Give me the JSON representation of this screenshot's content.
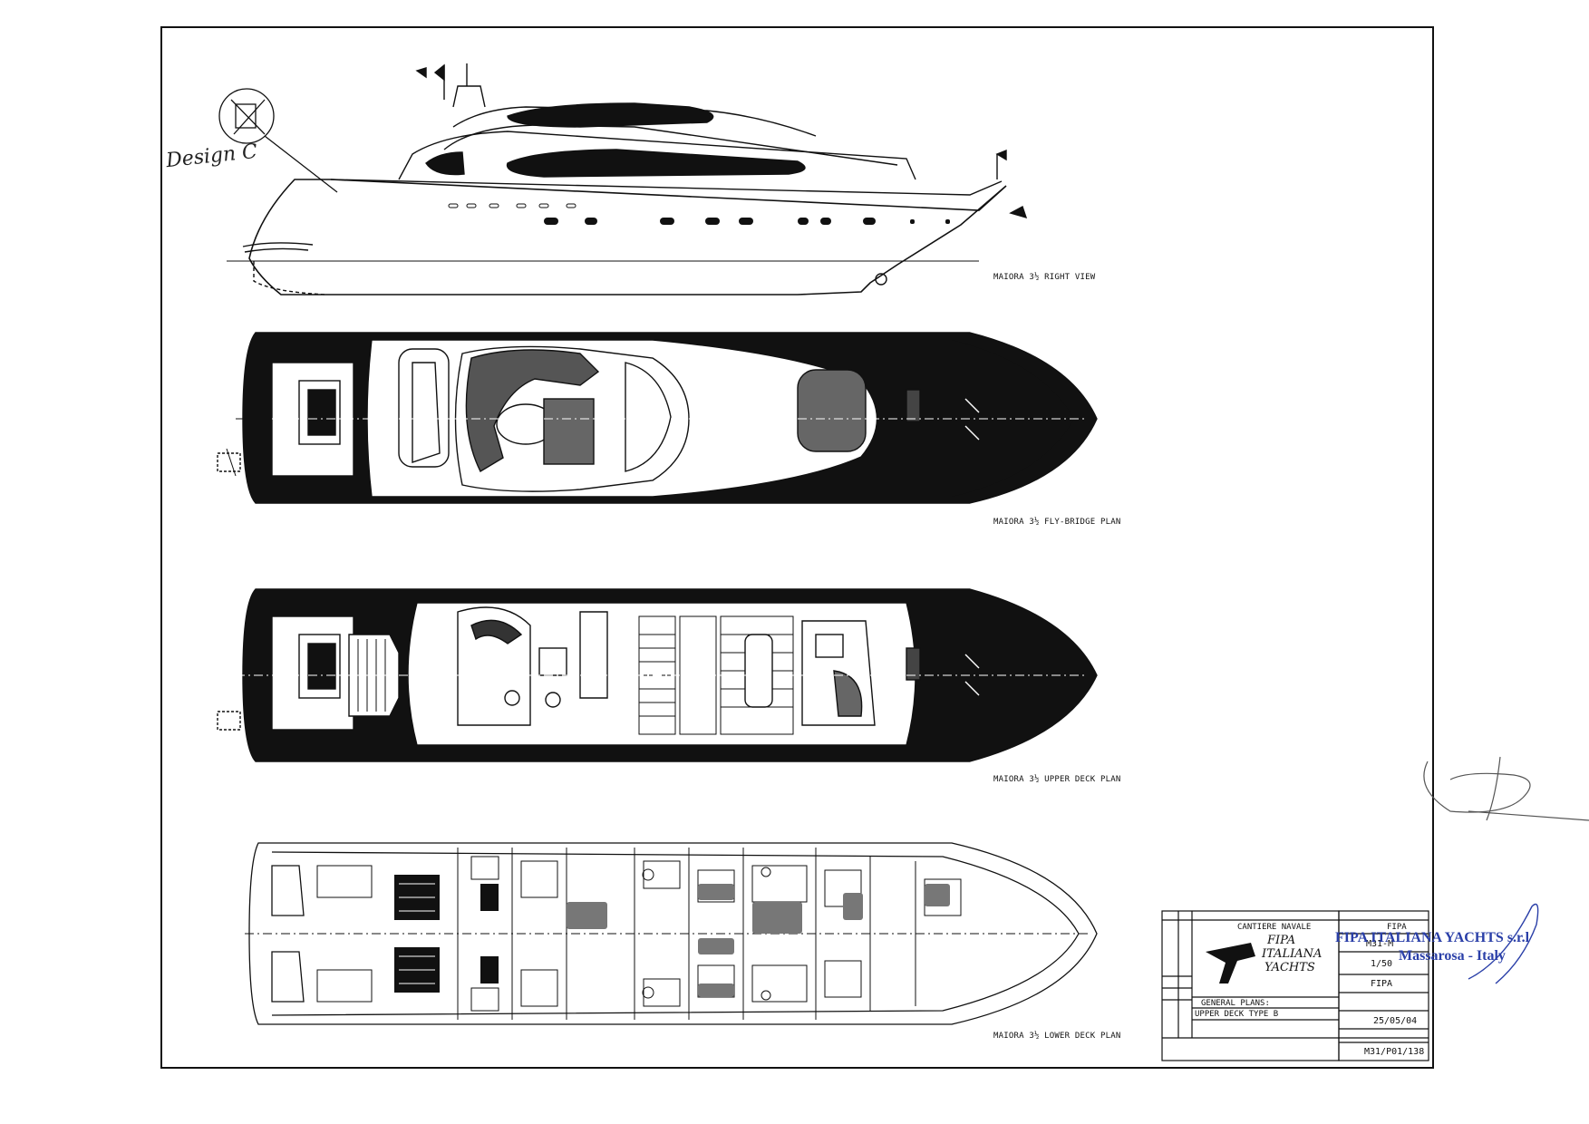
{
  "annotation": {
    "design_note": "Design C"
  },
  "views": {
    "side": {
      "label": "MAIORA 3½ RIGHT VIEW"
    },
    "flybridge": {
      "label": "MAIORA 3½ FLY-BRIDGE PLAN"
    },
    "upper": {
      "label": "MAIORA 3½ UPPER DECK PLAN"
    },
    "lower": {
      "label": "MAIORA 3½ LOWER DECK PLAN"
    }
  },
  "title_block": {
    "company_line1": "CANTIERE NAVALE",
    "company_line2": "FIPA",
    "company_line3": "ITALIANA",
    "company_line4": "YACHTS",
    "drawing_title": "GENERAL PLANS:",
    "drawing_subtitle": "UPPER DECK TYPE B",
    "project": "FIPA",
    "model": "M31-M",
    "scale": "1/50",
    "designer": "FIPA",
    "date": "25/05/04",
    "drawing_number": "M31/P01/138"
  },
  "stamp": {
    "line1": "FIPA ITALIANA YACHTS s.r.l",
    "line2": "Massarosa - Italy"
  },
  "colors": {
    "ink": "#111111",
    "stamp": "#2a3fa8"
  }
}
